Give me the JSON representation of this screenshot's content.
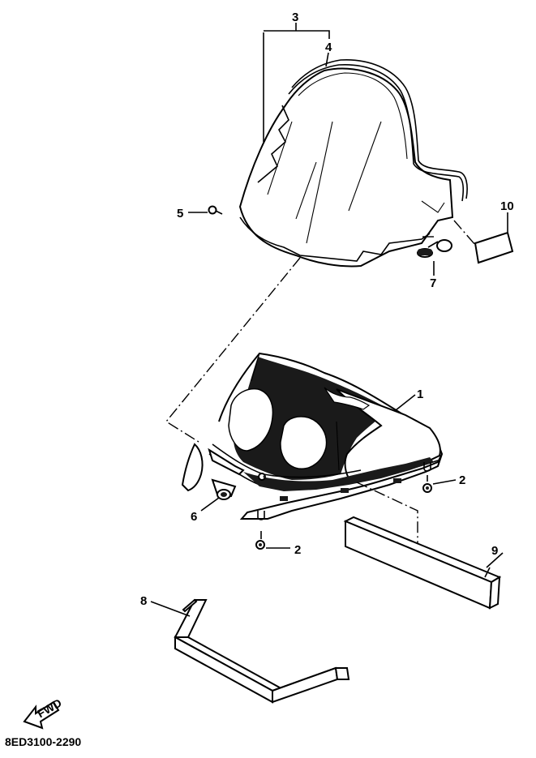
{
  "callouts": {
    "c1": "1",
    "c2a": "2",
    "c2b": "2",
    "c3": "3",
    "c4": "4",
    "c5": "5",
    "c6": "6",
    "c7": "7",
    "c8": "8",
    "c9": "9",
    "c10": "10"
  },
  "part_code": "8ED3100-2290",
  "fwd_label": "FWD"
}
